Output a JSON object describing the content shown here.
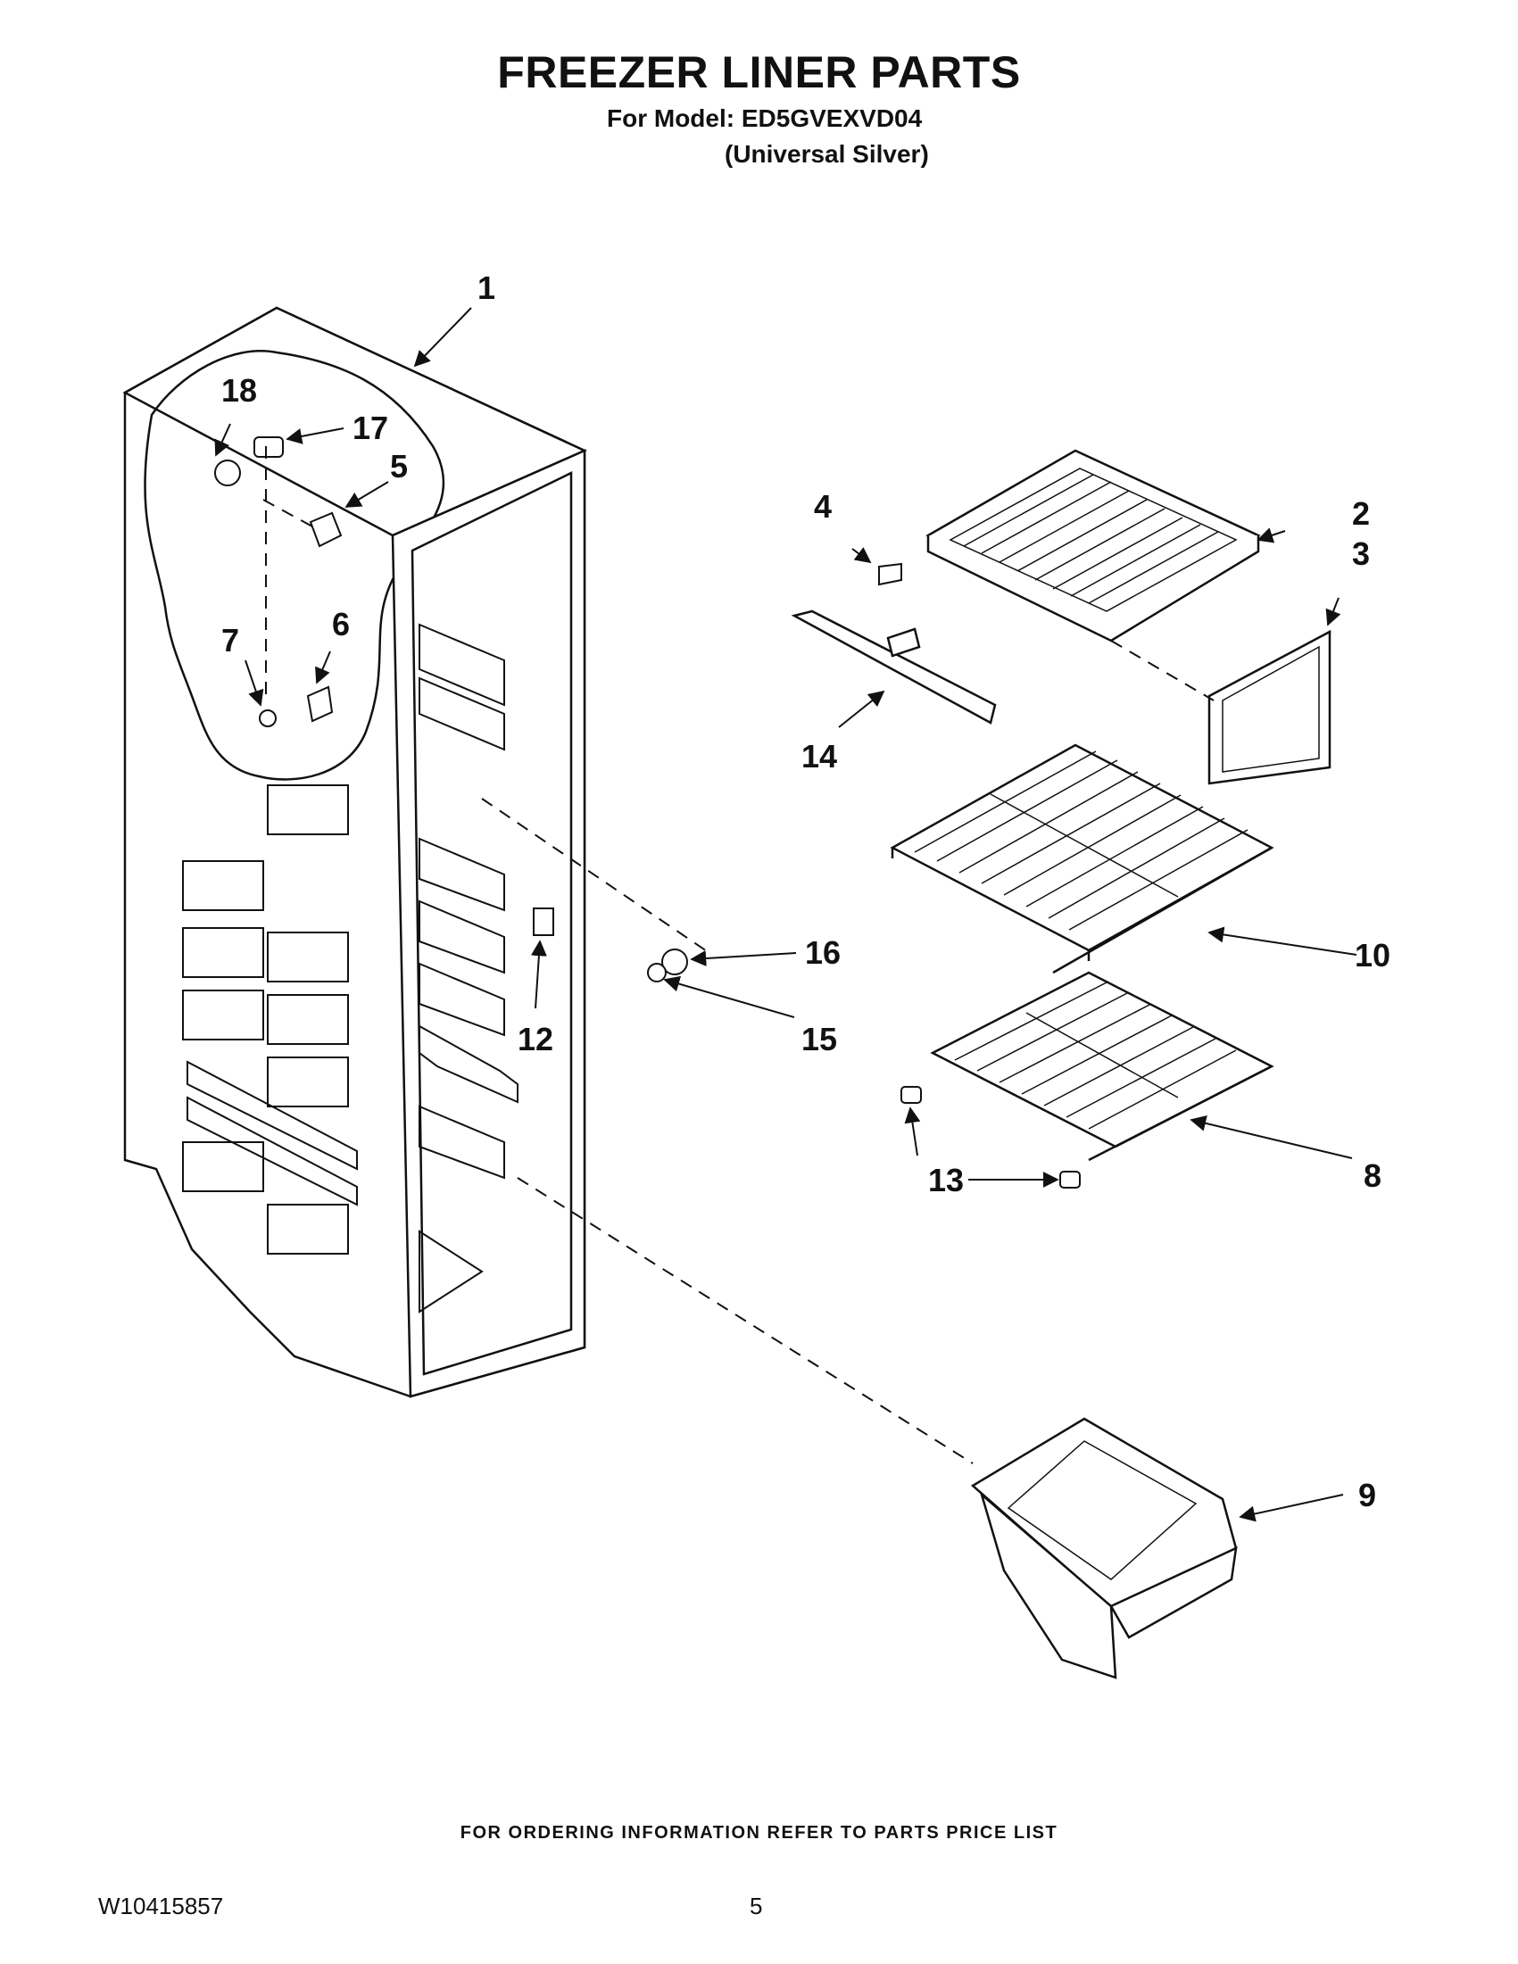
{
  "header": {
    "title": "FREEZER LINER PARTS",
    "model_line": "For Model: ED5GVEXVD04",
    "color_line": "(Universal Silver)"
  },
  "callouts": {
    "c1": "1",
    "c2": "2",
    "c3": "3",
    "c4": "4",
    "c5": "5",
    "c6": "6",
    "c7": "7",
    "c8": "8",
    "c9": "9",
    "c10": "10",
    "c12": "12",
    "c13": "13",
    "c14": "14",
    "c15": "15",
    "c16": "16",
    "c17": "17",
    "c18": "18"
  },
  "footer": {
    "ordering_note": "FOR ORDERING INFORMATION REFER TO PARTS PRICE LIST",
    "document_number": "W10415857",
    "page_number": "5"
  }
}
